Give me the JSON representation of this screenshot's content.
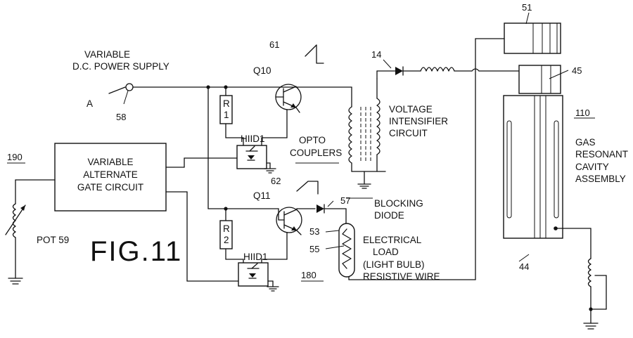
{
  "figure": {
    "title": "FIG.11"
  },
  "labels": {
    "supply_1": "VARIABLE",
    "supply_2": "D.C. POWER SUPPLY",
    "node_a": "A",
    "num_58": "58",
    "num_61": "61",
    "q10": "Q10",
    "num_14": "14",
    "num_51": "51",
    "num_45": "45",
    "num_110": "110",
    "r1_a": "R",
    "r1_b": "1",
    "hiid1_top": "HIID1",
    "opto_1": "OPTO",
    "opto_2": "COUPLERS",
    "vic_1": "VOLTAGE",
    "vic_2": "INTENSIFIER",
    "vic_3": "CIRCUIT",
    "gas_1": "GAS",
    "gas_2": "RESONANT",
    "gas_3": "CAVITY",
    "gas_4": "ASSEMBLY",
    "num_190": "190",
    "gate_1": "VARIABLE",
    "gate_2": "ALTERNATE",
    "gate_3": "GATE CIRCUIT",
    "num_62": "62",
    "q11": "Q11",
    "num_57": "57",
    "blocking_1": "BLOCKING",
    "blocking_2": "DIODE",
    "r2_a": "R",
    "r2_b": "2",
    "num_53": "53",
    "num_55": "55",
    "load_1": "ELECTRICAL",
    "load_2": "LOAD",
    "load_3": "(LIGHT BULB)",
    "load_4": "RESISTIVE WIRE",
    "pot": "POT 59",
    "hiid1_bottom": "HIID1",
    "num_180": "180",
    "num_44": "44"
  }
}
